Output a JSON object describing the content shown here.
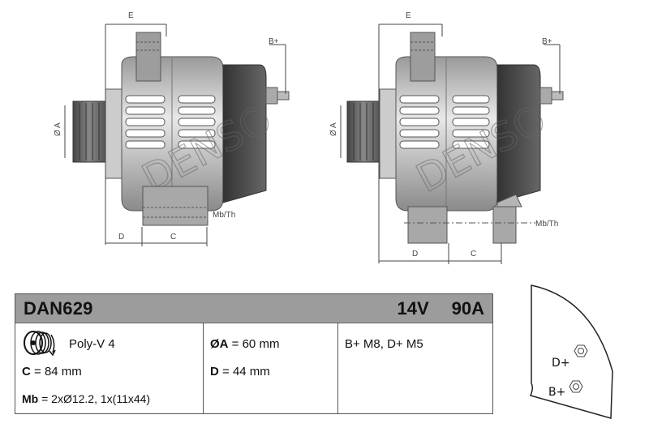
{
  "drawing": {
    "views": [
      {
        "id": "view-left",
        "dims": {
          "E": "E",
          "B+": "B+",
          "ØA": "Ø A",
          "D": "D",
          "C": "C",
          "Mb/Th": "Mb/Th"
        },
        "watermark": "DENSO"
      },
      {
        "id": "view-right",
        "dims": {
          "E": "E",
          "B+": "B+",
          "ØA": "Ø A",
          "D": "D",
          "C": "C",
          "Mb/Th": "Mb/Th"
        },
        "watermark": "DENSO"
      }
    ]
  },
  "spec": {
    "model": "DAN629",
    "voltage": "14V",
    "amperage": "90A",
    "pulley": {
      "icon": "pulley-icon",
      "label": "Poly-V 4"
    },
    "c": {
      "key": "C",
      "value": " = 84 mm"
    },
    "mb": {
      "key": "Mb",
      "value": " = 2xØ12.2, 1x(11x44)"
    },
    "oa": {
      "key": "ØA",
      "value": " = 60 mm"
    },
    "d": {
      "key": "D",
      "value": " = 44 mm"
    },
    "terminals": "B+ M8, D+ M5"
  },
  "connector": {
    "d_plus": "D+",
    "b_plus": "B+"
  },
  "colors": {
    "header_bg": "#9c9c9c",
    "border": "#555555",
    "housing": "#c8c8c8",
    "regulator": "#4a4a4a"
  }
}
